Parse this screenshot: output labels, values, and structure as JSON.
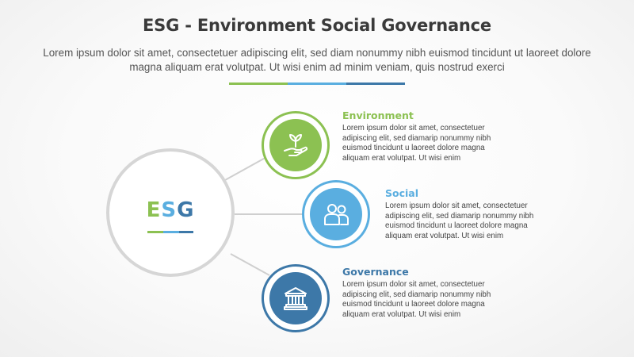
{
  "header": {
    "title": "ESG - Environment Social Governance",
    "subtitle": "Lorem ipsum dolor sit amet, consectetuer adipiscing elit, sed diam nonummy nibh euismod tincidunt ut laoreet dolore magna aliquam erat volutpat. Ut wisi enim ad minim veniam, quis nostrud exerci"
  },
  "colors": {
    "green": "#8cc152",
    "light_blue": "#5aaee0",
    "dark_blue": "#3d78a8",
    "ring_gray": "#d6d6d6",
    "connector_gray": "#cfcfcf"
  },
  "center": {
    "label": "ESG"
  },
  "items": [
    {
      "title": "Environment",
      "body": "Lorem ipsum dolor sit amet, consectetuer adipiscing elit, sed diamarip nonummy nibh euismod tincidunt u laoreet dolore magna aliquam erat volutpat. Ut wisi enim",
      "icon": "plant-hand-icon",
      "color": "#8cc152"
    },
    {
      "title": "Social",
      "body": "Lorem ipsum dolor sit amet, consectetuer adipiscing elit, sed diamarip nonummy nibh euismod tincidunt u laoreet dolore magna aliquam erat volutpat. Ut wisi enim",
      "icon": "people-icon",
      "color": "#5aaee0"
    },
    {
      "title": "Governance",
      "body": "Lorem ipsum dolor sit amet, consectetuer adipiscing elit, sed diamarip nonummy nibh euismod tincidunt u laoreet dolore magna aliquam erat volutpat. Ut wisi enim",
      "icon": "bank-building-icon",
      "color": "#3d78a8"
    }
  ]
}
